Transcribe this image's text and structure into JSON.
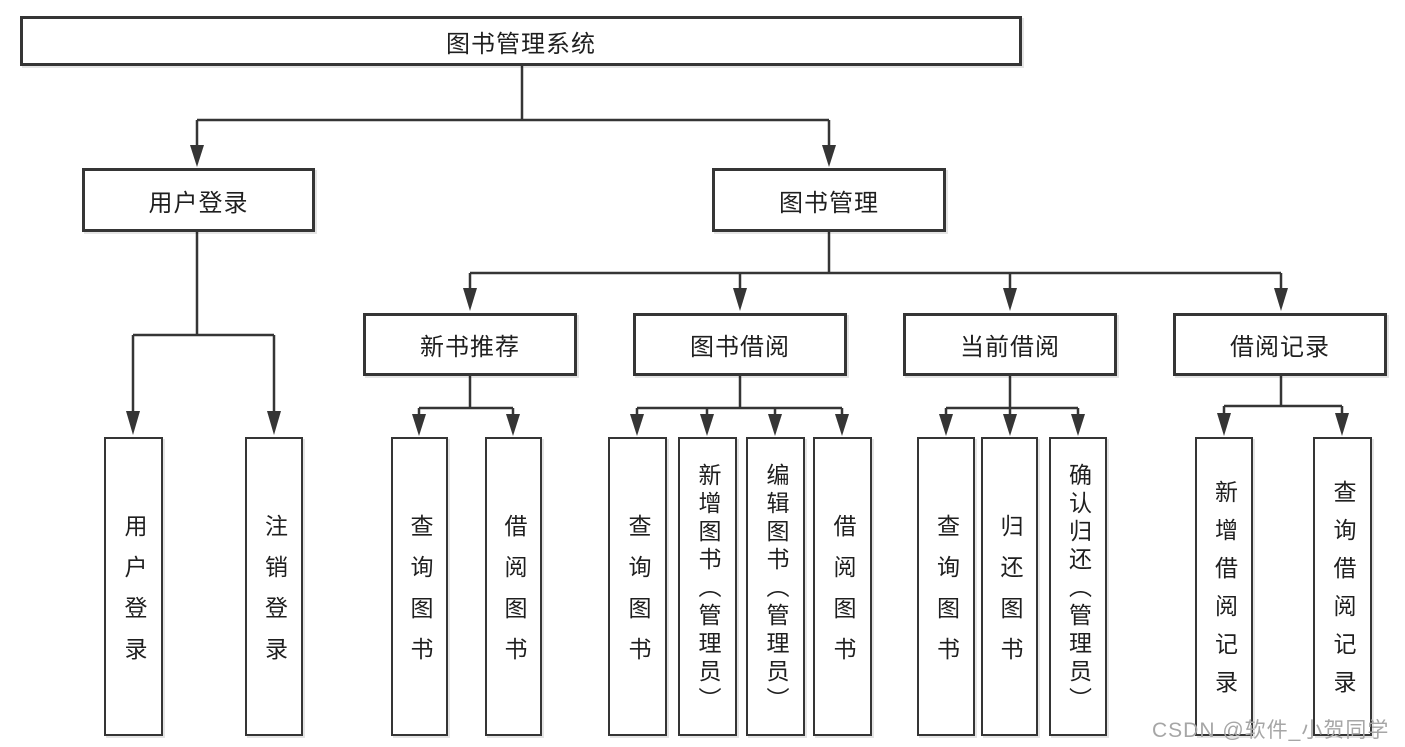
{
  "diagram": {
    "root": {
      "label": "图书管理系统"
    },
    "level1": [
      {
        "label": "用户登录"
      },
      {
        "label": "图书管理"
      }
    ],
    "level2": [
      {
        "label": "新书推荐"
      },
      {
        "label": "图书借阅"
      },
      {
        "label": "当前借阅"
      },
      {
        "label": "借阅记录"
      }
    ],
    "leaves": [
      {
        "label": "用户登录"
      },
      {
        "label": "注销登录"
      },
      {
        "label": "查询图书"
      },
      {
        "label": "借阅图书"
      },
      {
        "label": "查询图书"
      },
      {
        "label": "新增图书（管理员）"
      },
      {
        "label": "编辑图书（管理员）"
      },
      {
        "label": "借阅图书"
      },
      {
        "label": "查询图书"
      },
      {
        "label": "归还图书"
      },
      {
        "label": "确认归还（管理员）"
      },
      {
        "label": "新增借阅记录"
      },
      {
        "label": "查询借阅记录"
      }
    ]
  },
  "watermark": {
    "text": "CSDN @软件_小贺同学"
  },
  "colors": {
    "border": "#353535",
    "text": "#1f1f1f",
    "watermark": "#a6a6a6",
    "background": "#ffffff"
  }
}
